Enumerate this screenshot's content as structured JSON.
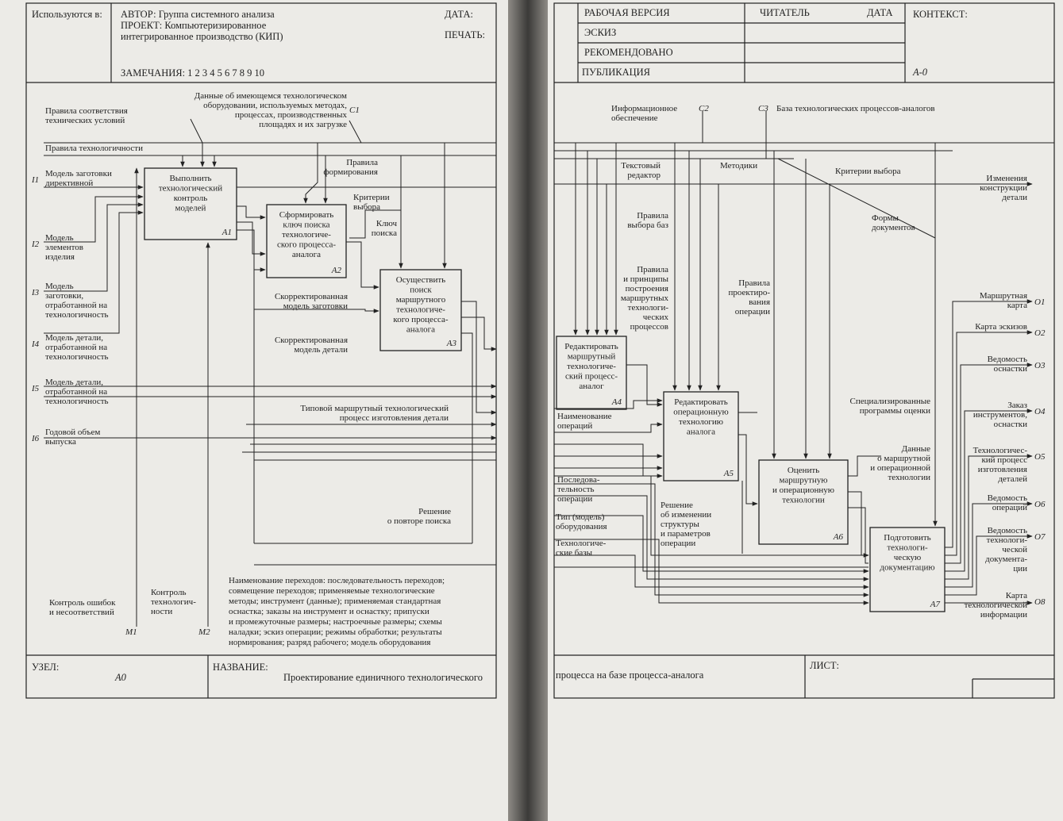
{
  "header_left": {
    "used_in": "Используются в:",
    "author": "АВТОР: Группа системного анализа",
    "project_line1": "ПРОЕКТ: Компьютеризированное",
    "project_line2": "интегрированное производство (КИП)",
    "remarks": "ЗАМЕЧАНИЯ: 1 2 3 4 5 6 7 8 9 10",
    "date": "ДАТА:",
    "print": "ПЕЧАТЬ:"
  },
  "header_right": {
    "working_version": "РАБОЧАЯ ВЕРСИЯ",
    "sketch": "ЭСКИЗ",
    "recommended": "РЕКОМЕНДОВАНО",
    "publication": "ПУБЛИКАЦИЯ",
    "reader": "ЧИТАТЕЛЬ",
    "date": "ДАТА",
    "context": "КОНТЕКСТ:",
    "context_node": "А-0"
  },
  "footer": {
    "node_label": "УЗЕЛ:",
    "node_value": "А0",
    "title_label": "НАЗВАНИЕ:",
    "title_part1": "Проектирование единичного технологического",
    "title_part2": "процесса на базе процесса-аналога",
    "sheet_label": "ЛИСТ:"
  },
  "boxes": [
    {
      "id": "A1",
      "lines": [
        "Выполнить",
        "технологический",
        "контроль",
        "моделей"
      ]
    },
    {
      "id": "A2",
      "lines": [
        "Сформировать",
        "ключ поиска",
        "технологиче-",
        "ского процесса-",
        "аналога"
      ]
    },
    {
      "id": "A3",
      "lines": [
        "Осуществить",
        "поиск",
        "маршрутного",
        "технологиче-",
        "кого процесса-",
        "аналога"
      ]
    },
    {
      "id": "A4",
      "lines": [
        "Редактировать",
        "маршрутный",
        "технологиче-",
        "ский процесс-",
        "аналог"
      ]
    },
    {
      "id": "A5",
      "lines": [
        "Редактировать",
        "операционную",
        "технологию",
        "аналога"
      ]
    },
    {
      "id": "A6",
      "lines": [
        "Оценить",
        "маршрутную",
        "и операционную",
        "технологии"
      ]
    },
    {
      "id": "A7",
      "lines": [
        "Подготовить",
        "технологи-",
        "ческую",
        "документацию"
      ]
    }
  ],
  "inputs": [
    {
      "code": "I1",
      "lines": [
        "Модель заготовки",
        "директивной"
      ]
    },
    {
      "code": "I2",
      "lines": [
        "Модель",
        "элементов",
        "изделия"
      ]
    },
    {
      "code": "I3",
      "lines": [
        "Модель",
        "заготовки,",
        "отработанной на",
        "технологичность"
      ]
    },
    {
      "code": "I4",
      "lines": [
        "Модель детали,",
        "отработанной на",
        "технологичность"
      ]
    },
    {
      "code": "I5",
      "lines": [
        "Модель детали,",
        "отработанной на",
        "технологичность"
      ]
    },
    {
      "code": "I6",
      "lines": [
        "Годовой объем",
        "выпуска"
      ]
    }
  ],
  "controls": [
    {
      "code": "C1",
      "lines": [
        "Данные об имеющемся технологическом",
        "оборудовании, используемых методах,",
        "процессах, производственных",
        "площадях и их загрузке"
      ]
    },
    {
      "code": "C2",
      "lines": [
        "Информационное",
        "обеспечение"
      ]
    },
    {
      "code": "C3",
      "lines": [
        "База технологических процессов-аналогов"
      ]
    }
  ],
  "mechanisms": [
    {
      "code": "M1",
      "lines": [
        "Контроль ошибок",
        "и несоответствий"
      ]
    },
    {
      "code": "M2",
      "lines": [
        "Контроль",
        "технологич-",
        "ности"
      ]
    }
  ],
  "outputs": [
    {
      "code": "O1",
      "lines": [
        "Маршрутная",
        "карта"
      ]
    },
    {
      "code": "O2",
      "lines": [
        "Карта эскизов"
      ]
    },
    {
      "code": "O3",
      "lines": [
        "Ведомость",
        "оснастки"
      ]
    },
    {
      "code": "O4",
      "lines": [
        "Заказ",
        "инструментов,",
        "оснастки"
      ]
    },
    {
      "code": "O5",
      "lines": [
        "Технологичес-",
        "кий процесс",
        "изготовления",
        "деталей"
      ]
    },
    {
      "code": "O6",
      "lines": [
        "Ведомость",
        "операций"
      ]
    },
    {
      "code": "O7",
      "lines": [
        "Ведомость",
        "технологи-",
        "ческой",
        "документа-",
        "ции"
      ]
    },
    {
      "code": "O8",
      "lines": [
        "Карта",
        "технологической",
        "информации"
      ]
    }
  ],
  "left_labels": {
    "rules_conformity": [
      "Правила соответствия",
      "технических условий"
    ],
    "rules_manufacturability": [
      "Правила технологичности"
    ],
    "rules_forming": [
      "Правила",
      "формирования"
    ],
    "criteria": [
      "Критерии",
      "выбора"
    ],
    "search_key": [
      "Ключ",
      "поиска"
    ],
    "corrected_blank": [
      "Скорректированная",
      "модель заготовки"
    ],
    "corrected_part": [
      "Скорректированная",
      "модель детали"
    ],
    "typical_route": [
      "Типовой маршрутный технологический",
      "процесс изготовления детали"
    ],
    "repeat_decision": [
      "Решение",
      "о повторе поиска"
    ],
    "transitions_note": [
      "Наименование переходов: последовательность переходов;",
      "совмещение переходов; применяемые технологические",
      "методы; инструмент (данные); применяемая стандартная",
      "оснастка; заказы на инструмент и оснастку; припуски",
      "и промежуточные размеры; настроечные размеры; схемы",
      "наладки; эскиз операции; режимы обработки; результаты",
      "нормирования; разряд рабочего; модель оборудования"
    ]
  },
  "right_labels": {
    "text_editor": [
      "Текстовый",
      "редактор"
    ],
    "methods": [
      "Методики"
    ],
    "criteria": [
      "Критерии выбора"
    ],
    "changes": [
      "Изменения",
      "конструкции",
      "детали"
    ],
    "doc_forms": [
      "Формы",
      "документов"
    ],
    "base_rules": [
      "Правила",
      "выбора баз"
    ],
    "route_rules": [
      "Правила",
      "и принципы",
      "построения",
      "маршрутных",
      "технологи-",
      "ческих",
      "процессов"
    ],
    "op_design_rules": [
      "Правила",
      "проектиро-",
      "вания",
      "операции"
    ],
    "op_names": [
      "Наименование",
      "операций"
    ],
    "op_sequence": [
      "Последова-",
      "тельность",
      "операции"
    ],
    "equipment_type": [
      "Тип (модель)",
      "оборудования"
    ],
    "tech_bases": [
      "Технологиче-",
      "ские базы"
    ],
    "special_programs": [
      "Специализированные",
      "программы оценки"
    ],
    "route_data": [
      "Данные",
      "о маршрутной",
      "и операционной",
      "технологии"
    ],
    "change_decision": [
      "Решение",
      "об изменении",
      "структуры",
      "и параметров",
      "операции"
    ]
  }
}
